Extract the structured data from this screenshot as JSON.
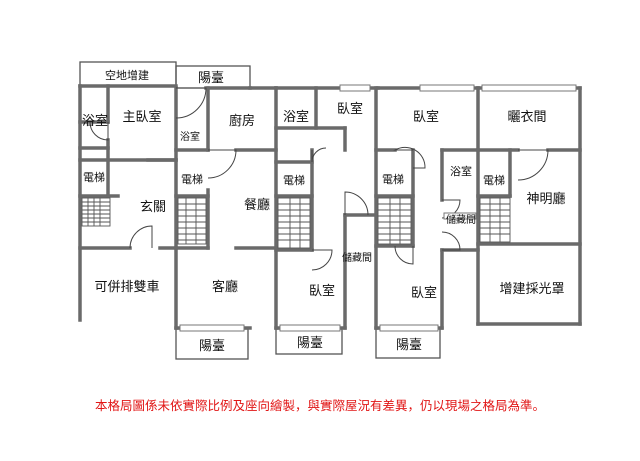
{
  "floorplan": {
    "rooms": {
      "empty_land_extension": "空地增建",
      "balcony_top": "陽臺",
      "bathroom_1": "浴室",
      "master_bedroom": "主臥室",
      "bathroom_small": "浴室",
      "kitchen": "廚房",
      "bathroom_2": "浴室",
      "bedroom_1": "臥室",
      "bedroom_2": "臥室",
      "laundry_room": "曬衣間",
      "elevator_1": "電梯",
      "entrance": "玄關",
      "elevator_2": "電梯",
      "dining_room": "餐廳",
      "elevator_3": "電梯",
      "elevator_4": "電梯",
      "bathroom_3": "浴室",
      "elevator_5": "電梯",
      "shrine_room": "神明廳",
      "storage_1": "儲藏間",
      "storage_2": "儲藏間",
      "parking": "可併排雙車",
      "living_room": "客廳",
      "bedroom_3": "臥室",
      "bedroom_4": "臥室",
      "skylight_extension": "增建採光罩",
      "balcony_1": "陽臺",
      "balcony_2": "陽臺",
      "balcony_3": "陽臺"
    }
  },
  "disclaimer": "本格局圖係未依實際比例及座向繪製，與實際屋況有差異，仍以現場之格局為準。"
}
